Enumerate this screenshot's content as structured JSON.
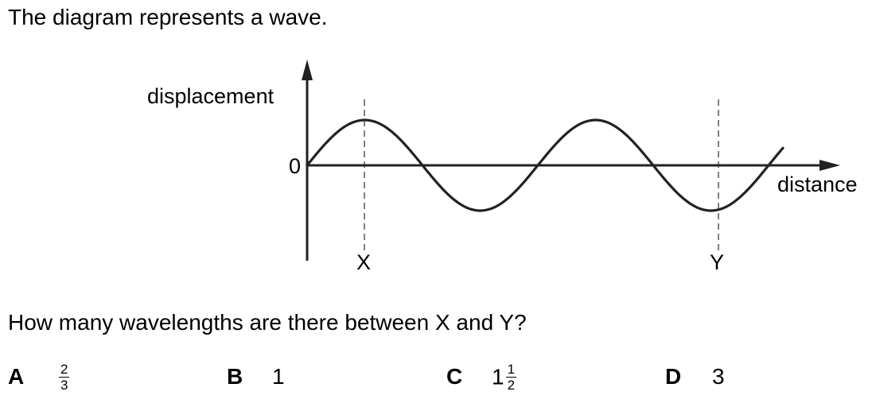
{
  "intro": "The diagram represents a wave.",
  "diagram": {
    "y_axis_label": "displacement",
    "x_axis_label": "distance",
    "origin_label": "0",
    "marker_x": "X",
    "marker_y": "Y"
  },
  "question": "How many wavelengths are there between X and Y?",
  "options": [
    {
      "letter": "A",
      "value_num": "2",
      "value_den": "3"
    },
    {
      "letter": "B",
      "value": "1"
    },
    {
      "letter": "C",
      "value_whole": "1",
      "value_num": "1",
      "value_den": "2"
    },
    {
      "letter": "D",
      "value": "3"
    }
  ]
}
